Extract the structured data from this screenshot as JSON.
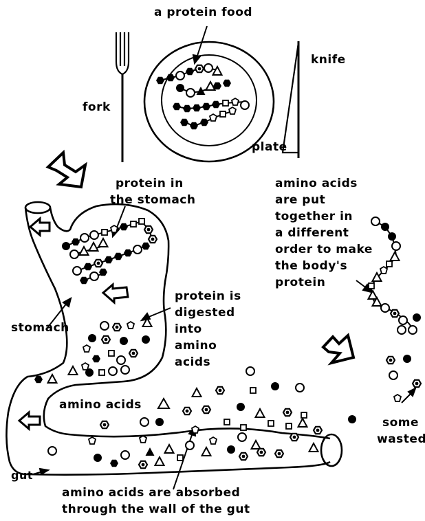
{
  "labels": {
    "protein_food": "a protein food",
    "knife": "knife",
    "fork": "fork",
    "plate": "plate",
    "protein_in_stomach_1": "protein in",
    "protein_in_stomach_2": "the stomach",
    "body_protein_1": "amino acids",
    "body_protein_2": "are put",
    "body_protein_3": "together in",
    "body_protein_4": "a different",
    "body_protein_5": "order to make",
    "body_protein_6": "the body's",
    "body_protein_7": "protein",
    "digested_1": "protein is",
    "digested_2": "digested",
    "digested_3": "into",
    "digested_4": "amino",
    "digested_5": "acids",
    "stomach": "stomach",
    "amino_acids": "amino acids",
    "some_wasted_1": "some",
    "some_wasted_2": "wasted",
    "gut": "gut",
    "absorbed_1": "amino acids are absorbed",
    "absorbed_2": "through the wall of the gut"
  },
  "colors": {
    "ink": "#000000",
    "paper": "#ffffff"
  },
  "icons": [
    "fork-icon",
    "knife-icon",
    "plate-icon",
    "flow-arrow-icon",
    "stomach-icon",
    "gut-icon",
    "amino-acid-bead-icon"
  ]
}
